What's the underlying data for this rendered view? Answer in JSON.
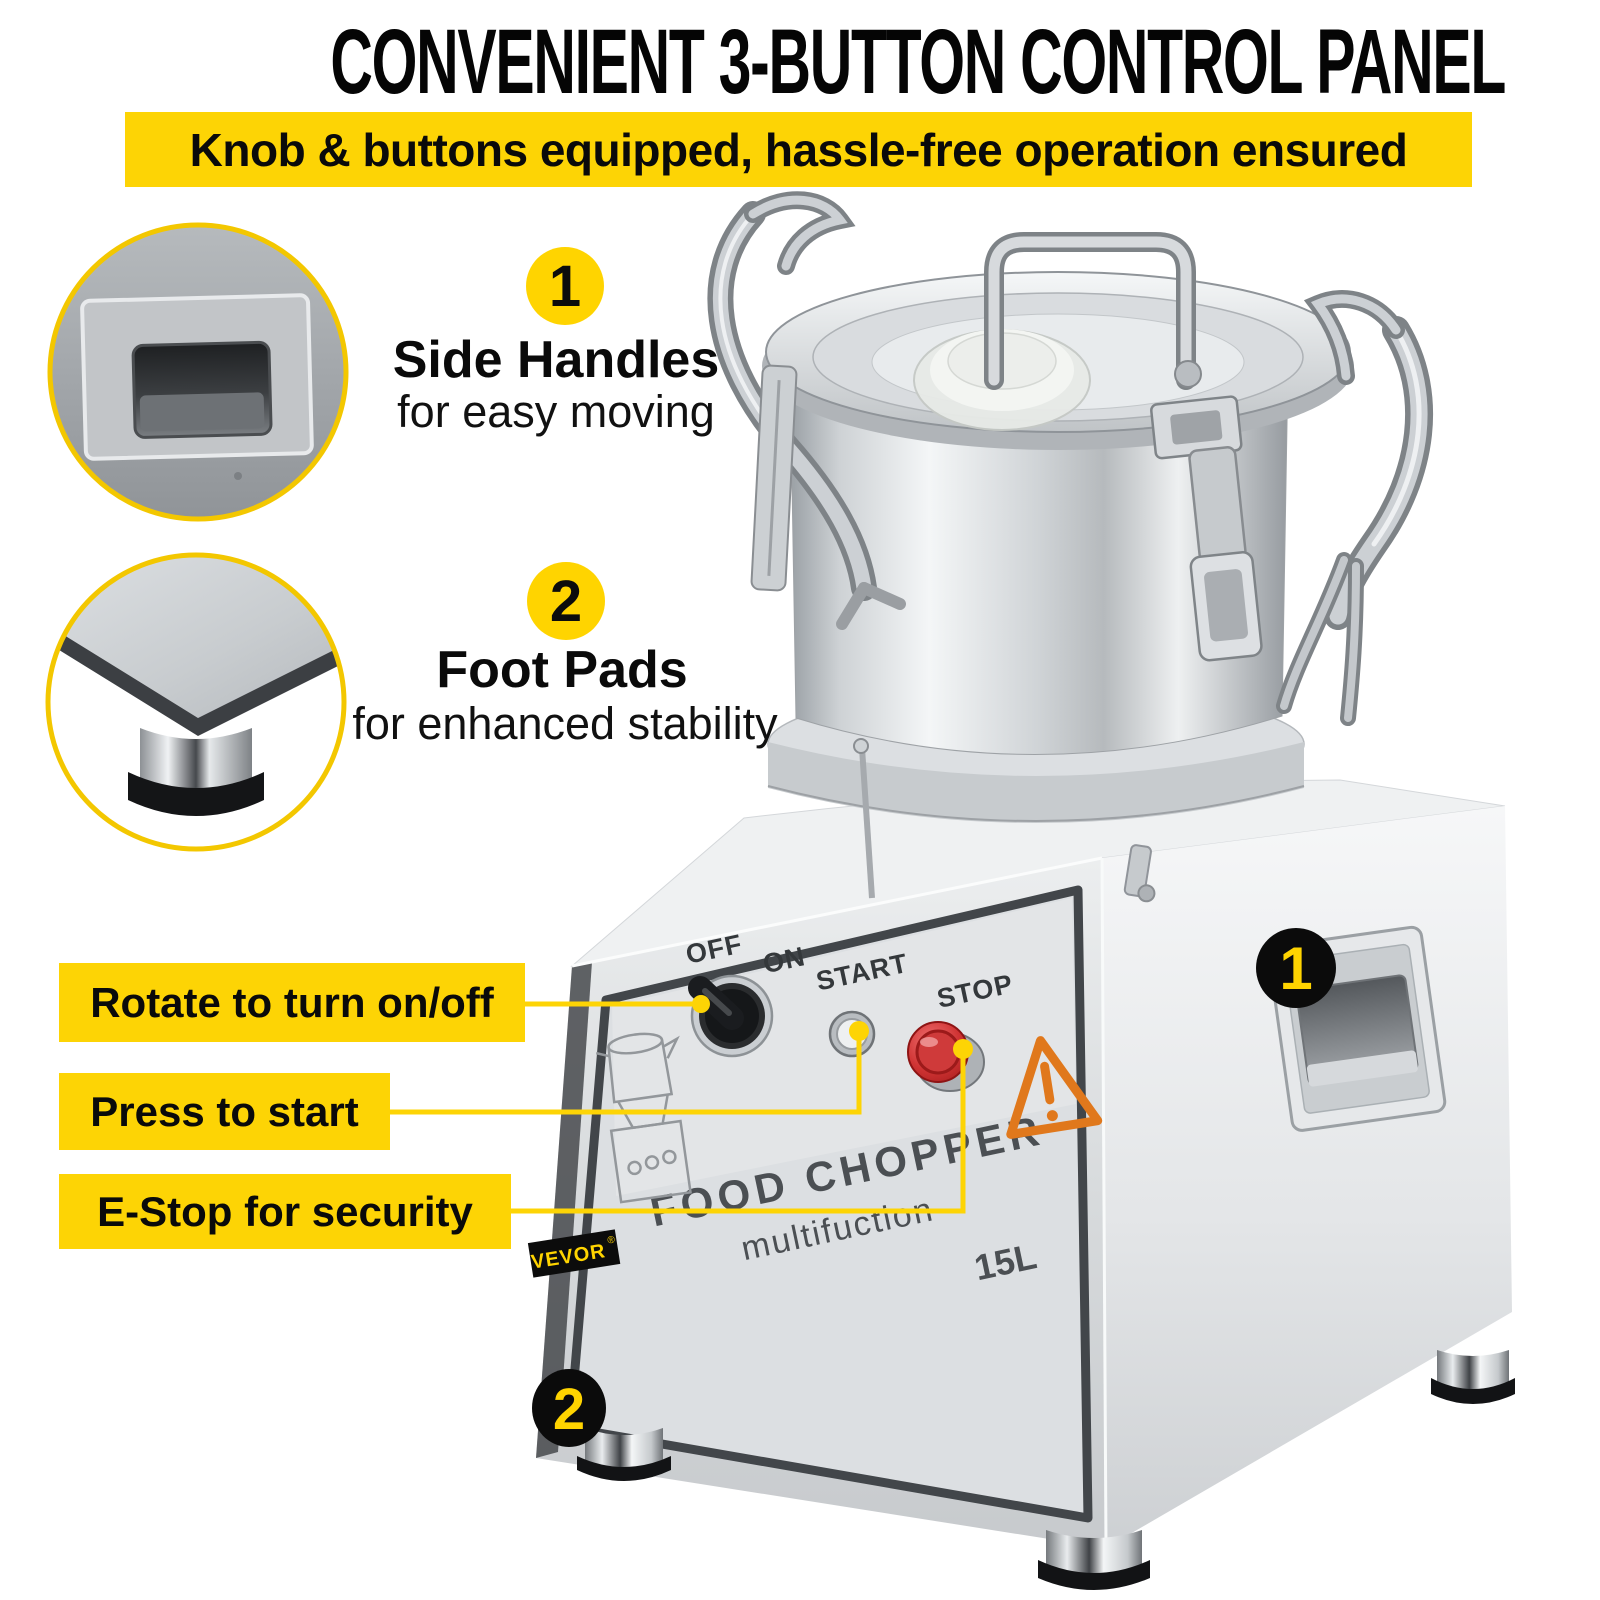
{
  "header": {
    "title": "CONVENIENT 3-BUTTON CONTROL PANEL",
    "banner": "Knob & buttons equipped, hassle-free operation ensured"
  },
  "features": [
    {
      "number": "1",
      "title": "Side Handles",
      "subtitle": "for easy moving"
    },
    {
      "number": "2",
      "title": "Foot Pads",
      "subtitle": "for enhanced stability"
    }
  ],
  "callout_labels": [
    {
      "text": "Rotate to turn on/off"
    },
    {
      "text": "Press to start"
    },
    {
      "text": "E-Stop for security"
    }
  ],
  "control_panel": {
    "knob_off": "OFF",
    "knob_on": "ON",
    "start": "START",
    "stop": "STOP",
    "name_line1": "FOOD CHOPPER",
    "name_line2": "multifuction",
    "capacity": "15L"
  },
  "machine_badges": {
    "side_handle": "1",
    "foot_pad": "2"
  },
  "brand": {
    "logo": "VEVOR",
    "registered": "®"
  },
  "colors": {
    "accent_yellow": "#fdd405",
    "badge_yellow": "#ffd400",
    "badge_black": "#0b0b0b",
    "stop_red": "#c22727",
    "warning_orange": "#e0781c"
  }
}
